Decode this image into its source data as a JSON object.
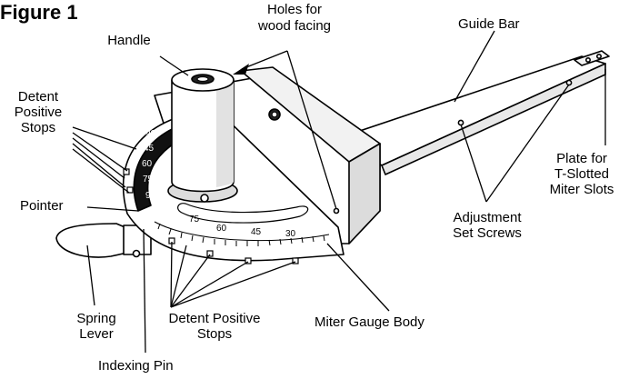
{
  "figure": {
    "title": "Figure 1"
  },
  "labels": {
    "handle": "Handle",
    "holes_line1": "Holes for",
    "holes_line2": "wood facing",
    "guide_bar": "Guide Bar",
    "detent_top_line1": "Detent",
    "detent_top_line2": "Positive",
    "detent_top_line3": "Stops",
    "pointer": "Pointer",
    "plate_line1": "Plate for",
    "plate_line2": "T-Slotted",
    "plate_line3": "Miter Slots",
    "adjust_line1": "Adjustment",
    "adjust_line2": "Set Screws",
    "spring_line1": "Spring",
    "spring_line2": "Lever",
    "detent_bottom_line1": "Detent Positive",
    "detent_bottom_line2": "Stops",
    "miter_body": "Miter Gauge Body",
    "indexing_pin": "Indexing Pin"
  },
  "scale": {
    "outer_numbers": [
      "75",
      "60",
      "45",
      "30"
    ],
    "inner_numbers": [
      "90",
      "45",
      "60",
      "75",
      "90"
    ]
  }
}
